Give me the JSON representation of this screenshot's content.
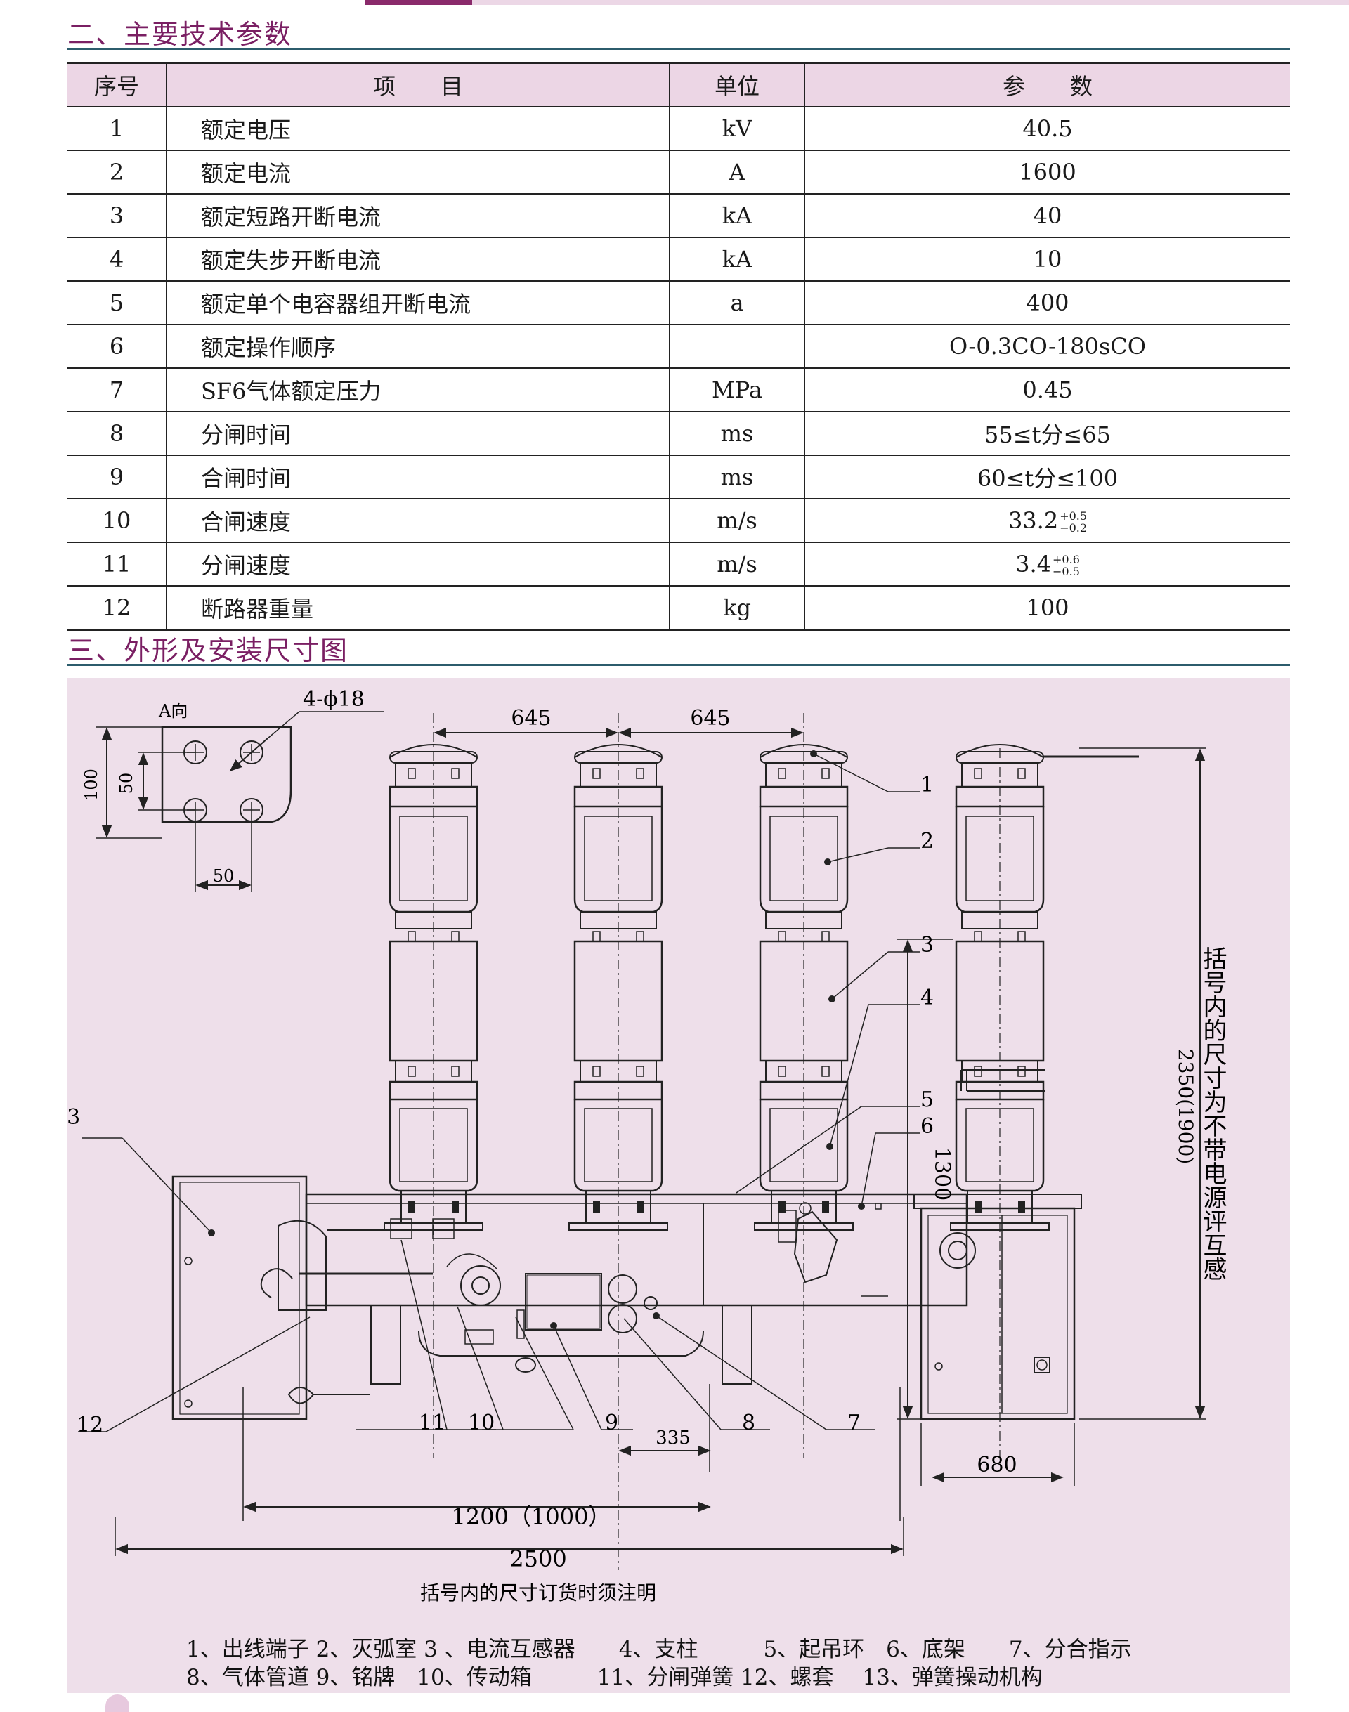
{
  "section2": {
    "title": "二、主要技术参数"
  },
  "params": {
    "headers": [
      "序号",
      "项　　目",
      "单位",
      "参　　数"
    ],
    "rows": [
      {
        "no": "1",
        "item": "额定电压",
        "unit": "kV",
        "value": "40.5"
      },
      {
        "no": "2",
        "item": "额定电流",
        "unit": "A",
        "value": "1600"
      },
      {
        "no": "3",
        "item": "额定短路开断电流",
        "unit": "kA",
        "value": "40"
      },
      {
        "no": "4",
        "item": "额定失步开断电流",
        "unit": "kA",
        "value": "10"
      },
      {
        "no": "5",
        "item": "额定单个电容器组开断电流",
        "unit": "a",
        "value": "400"
      },
      {
        "no": "6",
        "item": "额定操作顺序",
        "unit": "",
        "value": "O-0.3CO-180sCO"
      },
      {
        "no": "7",
        "item": "SF6气体额定压力",
        "unit": "MPa",
        "value": "0.45"
      },
      {
        "no": "8",
        "item": "分闸时间",
        "unit": "ms",
        "value": "55≤t分≤65"
      },
      {
        "no": "9",
        "item": "合闸时间",
        "unit": "ms",
        "value": "60≤t分≤100"
      },
      {
        "no": "10",
        "item": "合闸速度",
        "unit": "m/s",
        "value": "33.2",
        "tol_upper": "+0.5",
        "tol_lower": "−0.2"
      },
      {
        "no": "11",
        "item": "分闸速度",
        "unit": "m/s",
        "value": "3.4",
        "tol_upper": "+0.6",
        "tol_lower": "−0.5"
      },
      {
        "no": "12",
        "item": "断路器重量",
        "unit": "kg",
        "value": "100"
      }
    ]
  },
  "section3": {
    "title": "三、外形及安装尺寸图"
  },
  "drawing": {
    "view_label": "A向",
    "holes_label": "4-ϕ18",
    "dims": {
      "d100": "100",
      "d50v": "50",
      "d50h": "50",
      "d645a": "645",
      "d645b": "645",
      "d1300": "1300",
      "d2350": "2350(1900)",
      "d335": "335",
      "d1200": "1200（1000）",
      "d2500": "2500",
      "d680": "680"
    },
    "callouts": [
      "1",
      "2",
      "3",
      "4",
      "5",
      "6",
      "7",
      "8",
      "9",
      "10",
      "11",
      "12",
      "13"
    ],
    "side_note": "括号内的尺寸为不带电源评互感",
    "bottom_note": "括号内的尺寸订货时须注明",
    "background": "#eedfea",
    "line_color": "#222222"
  },
  "legend": {
    "line1": "1、出线端子 2、灭弧室 3 、电流互感器　　4、支柱　　　5、起吊环　6、底架　　7、分合指示",
    "line2": "8、气体管道 9、铭牌　10、传动箱　　　11、分闸弹簧 12、螺套　 13、弹簧操动机构"
  },
  "colors": {
    "accent": "#7a1f63",
    "header_bg": "#ecd6e5",
    "rule": "#2c5c6c"
  }
}
